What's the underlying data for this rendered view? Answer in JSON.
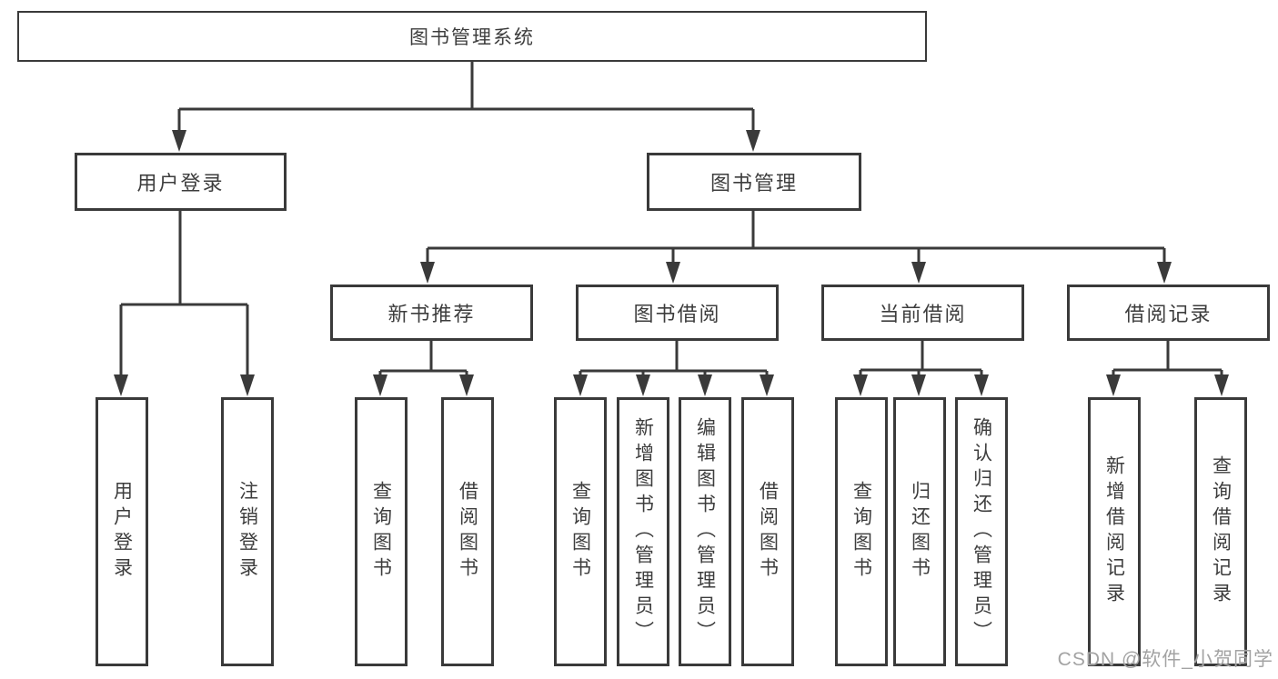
{
  "tree": {
    "label": "图书管理系统",
    "children": [
      {
        "label": "用户登录",
        "children": [
          {
            "label": "用户登录"
          },
          {
            "label": "注销登录"
          }
        ]
      },
      {
        "label": "图书管理",
        "children": [
          {
            "label": "新书推荐",
            "children": [
              {
                "label": "查询图书"
              },
              {
                "label": "借阅图书"
              }
            ]
          },
          {
            "label": "图书借阅",
            "children": [
              {
                "label": "查询图书"
              },
              {
                "label": "新增图书（管理员）"
              },
              {
                "label": "编辑图书（管理员）"
              },
              {
                "label": "借阅图书"
              }
            ]
          },
          {
            "label": "当前借阅",
            "children": [
              {
                "label": "查询图书"
              },
              {
                "label": "归还图书"
              },
              {
                "label": "确认归还（管理员）"
              }
            ]
          },
          {
            "label": "借阅记录",
            "children": [
              {
                "label": "新增借阅记录"
              },
              {
                "label": "查询借阅记录"
              }
            ]
          }
        ]
      }
    ]
  },
  "watermark": "CSDN @软件_小贺同学",
  "colors": {
    "line": "#3a3a3a",
    "box_border": "#3a3a3a",
    "text": "#3d3d3d",
    "watermark": "#a3a3a3",
    "background": "#ffffff"
  }
}
